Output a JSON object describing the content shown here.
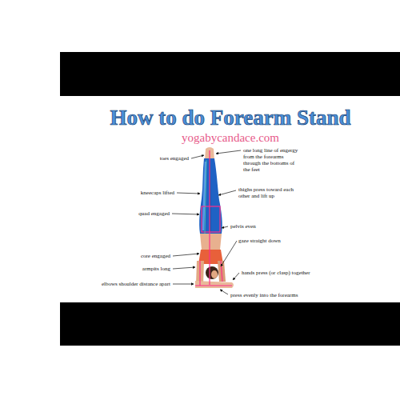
{
  "diagram": {
    "title": "How to do Forearm Stand",
    "labels": [
      "yogabycandace.com",
      "one long line of engergy from the forearms through the bottoms of the feet",
      "toes engaged",
      "thighs press toward each other and lift up",
      "kneecaps lifted",
      "quad engaged",
      "pelvis even",
      "gaze straight down",
      "core engaged",
      "armpits long",
      "hands press (or clasp) together",
      "elbows shoulder distance apart",
      "press evenly into the forearms"
    ]
  }
}
